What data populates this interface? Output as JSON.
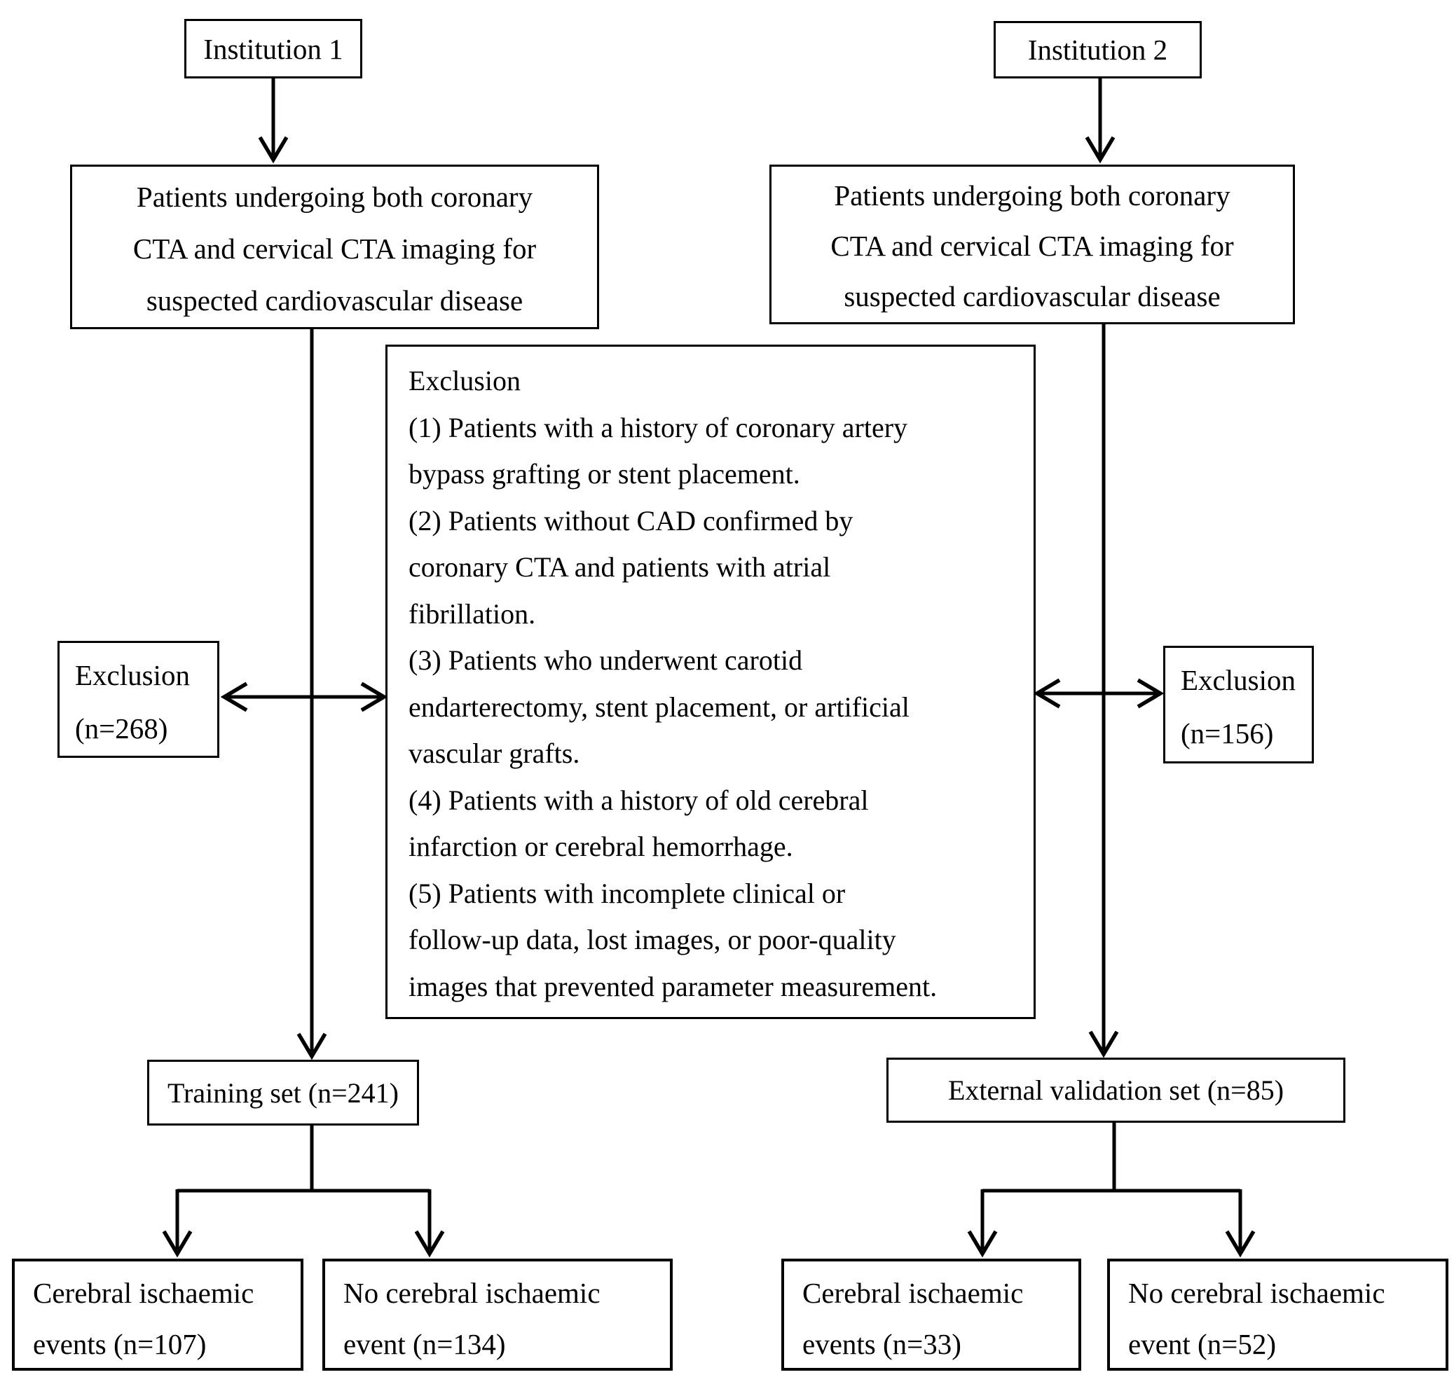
{
  "figure": {
    "background": "#ffffff",
    "line_color": "#000000",
    "nodes": {
      "institution1": {
        "label": "Institution 1"
      },
      "institution2": {
        "label": "Institution 2"
      },
      "patients_left": {
        "lines": [
          "Patients undergoing both coronary",
          "CTA and cervical CTA imaging for",
          "suspected cardiovascular disease"
        ]
      },
      "patients_right": {
        "lines": [
          "Patients undergoing both coronary",
          "CTA and cervical CTA imaging for",
          "suspected cardiovascular disease"
        ]
      },
      "exclusion_criteria": {
        "lines": [
          "Exclusion",
          "(1) Patients with a history of coronary artery",
          "bypass grafting or stent placement.",
          "(2) Patients without CAD confirmed by",
          "coronary CTA and patients with atrial",
          "fibrillation.",
          "(3) Patients who underwent carotid",
          "endarterectomy, stent placement, or artificial",
          "vascular grafts.",
          "(4) Patients with a history of old cerebral",
          "infarction or cerebral hemorrhage.",
          "(5) Patients with incomplete clinical or",
          "follow-up data, lost images, or poor-quality",
          "images that prevented parameter measurement."
        ]
      },
      "exclusion_left": {
        "lines": [
          "Exclusion",
          "(n=268)"
        ]
      },
      "exclusion_right": {
        "lines": [
          "Exclusion",
          "(n=156)"
        ]
      },
      "training_set": {
        "label": "Training set (n=241)"
      },
      "external_validation_set": {
        "label": "External validation set (n=85)"
      },
      "training_events": {
        "lines": [
          "Cerebral ischaemic",
          "events (n=107)"
        ]
      },
      "training_no_events": {
        "lines": [
          "No cerebral ischaemic",
          "event (n=134)"
        ]
      },
      "validation_events": {
        "lines": [
          "Cerebral ischaemic",
          "events (n=33)"
        ]
      },
      "validation_no_events": {
        "lines": [
          "No cerebral ischaemic",
          "event (n=52)"
        ]
      }
    }
  }
}
